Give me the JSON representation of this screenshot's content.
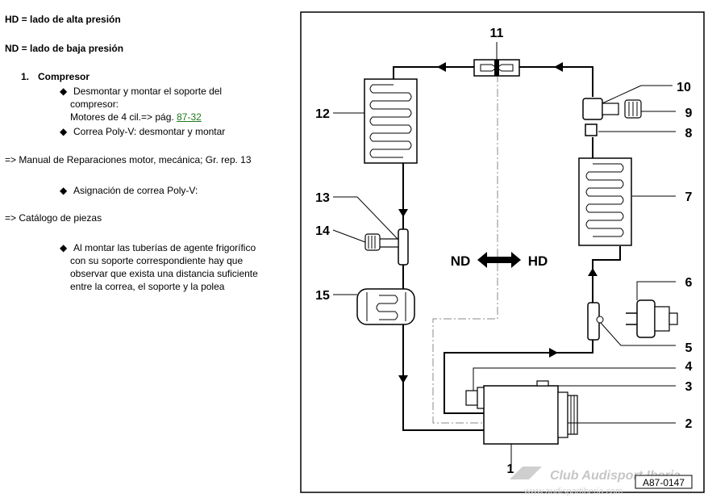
{
  "hd_def": "HD = lado de alta presión",
  "nd_def": "ND = lado de baja presión",
  "section": {
    "number": "1.",
    "title": "Compresor",
    "bullets": [
      {
        "line1": "Desmontar y montar el soporte del",
        "line2": "compresor:",
        "line3_prefix": "Motores de 4 cil.=> pág.",
        "link": "87-32"
      },
      {
        "line1": "Correa Poly-V: desmontar y montar"
      }
    ]
  },
  "ref_manual": "=> Manual de Reparaciones motor, mecánica; Gr. rep. 13",
  "bullet_asignacion": "Asignación de correa Poly-V:",
  "ref_catalogo": "=> Catálogo de piezas",
  "bullet_montar": [
    "Al montar las tuberías de agente frigorífico",
    "con su soporte correspondiente hay que",
    "observar que exista una distancia suficiente",
    "entre la correa, el soporte y la polea"
  ],
  "diagram": {
    "callouts": [
      "1",
      "2",
      "3",
      "4",
      "5",
      "6",
      "7",
      "8",
      "9",
      "10",
      "11",
      "12",
      "13",
      "14",
      "15"
    ],
    "nd_label": "ND",
    "hd_label": "HD",
    "figure_id": "A87-0147",
    "watermark": "Club Audisport Iberia",
    "watermark_sub": "www.audisportiberia.com"
  },
  "colors": {
    "link": "#1f7a1f",
    "line": "#000000"
  }
}
